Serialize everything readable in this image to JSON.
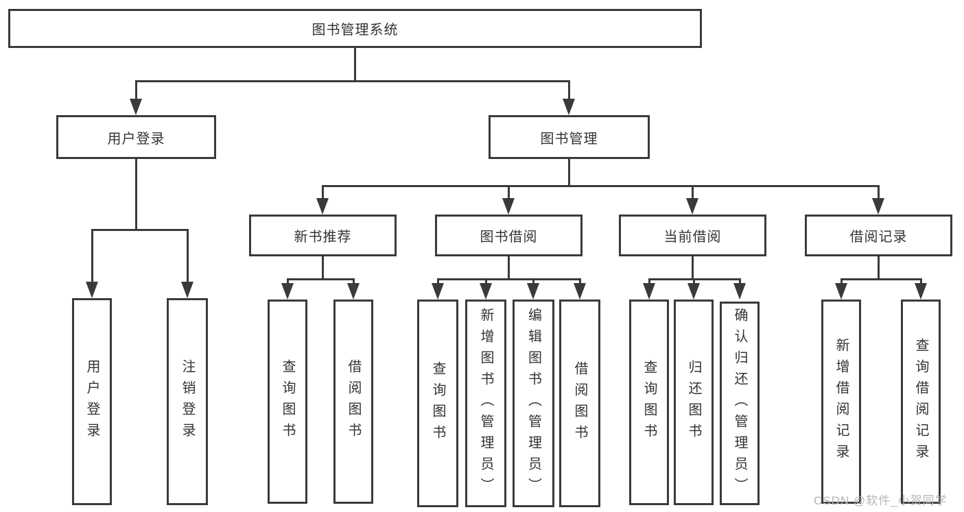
{
  "diagram": {
    "type": "hierarchy-tree",
    "tree": {
      "label": "图书管理系统",
      "children": [
        {
          "label": "用户登录",
          "children": [
            {
              "label": "用户登录"
            },
            {
              "label": "注销登录"
            }
          ]
        },
        {
          "label": "图书管理",
          "children": [
            {
              "label": "新书推荐",
              "children": [
                {
                  "label": "查询图书"
                },
                {
                  "label": "借阅图书"
                }
              ]
            },
            {
              "label": "图书借阅",
              "children": [
                {
                  "label": "查询图书"
                },
                {
                  "label": "新增图书（管理员）"
                },
                {
                  "label": "编辑图书（管理员）"
                },
                {
                  "label": "借阅图书"
                }
              ]
            },
            {
              "label": "当前借阅",
              "children": [
                {
                  "label": "查询图书"
                },
                {
                  "label": "归还图书"
                },
                {
                  "label": "确认归还（管理员）"
                }
              ]
            },
            {
              "label": "借阅记录",
              "children": [
                {
                  "label": "新增借阅记录"
                },
                {
                  "label": "查询借阅记录"
                }
              ]
            }
          ]
        }
      ]
    },
    "colors": {
      "line": "#3a3a3a",
      "text": "#333333",
      "background": "#ffffff",
      "watermark_text_color": "#b5b5b5"
    }
  },
  "watermark": {
    "text": "CSDN @软件_小贺同学"
  }
}
